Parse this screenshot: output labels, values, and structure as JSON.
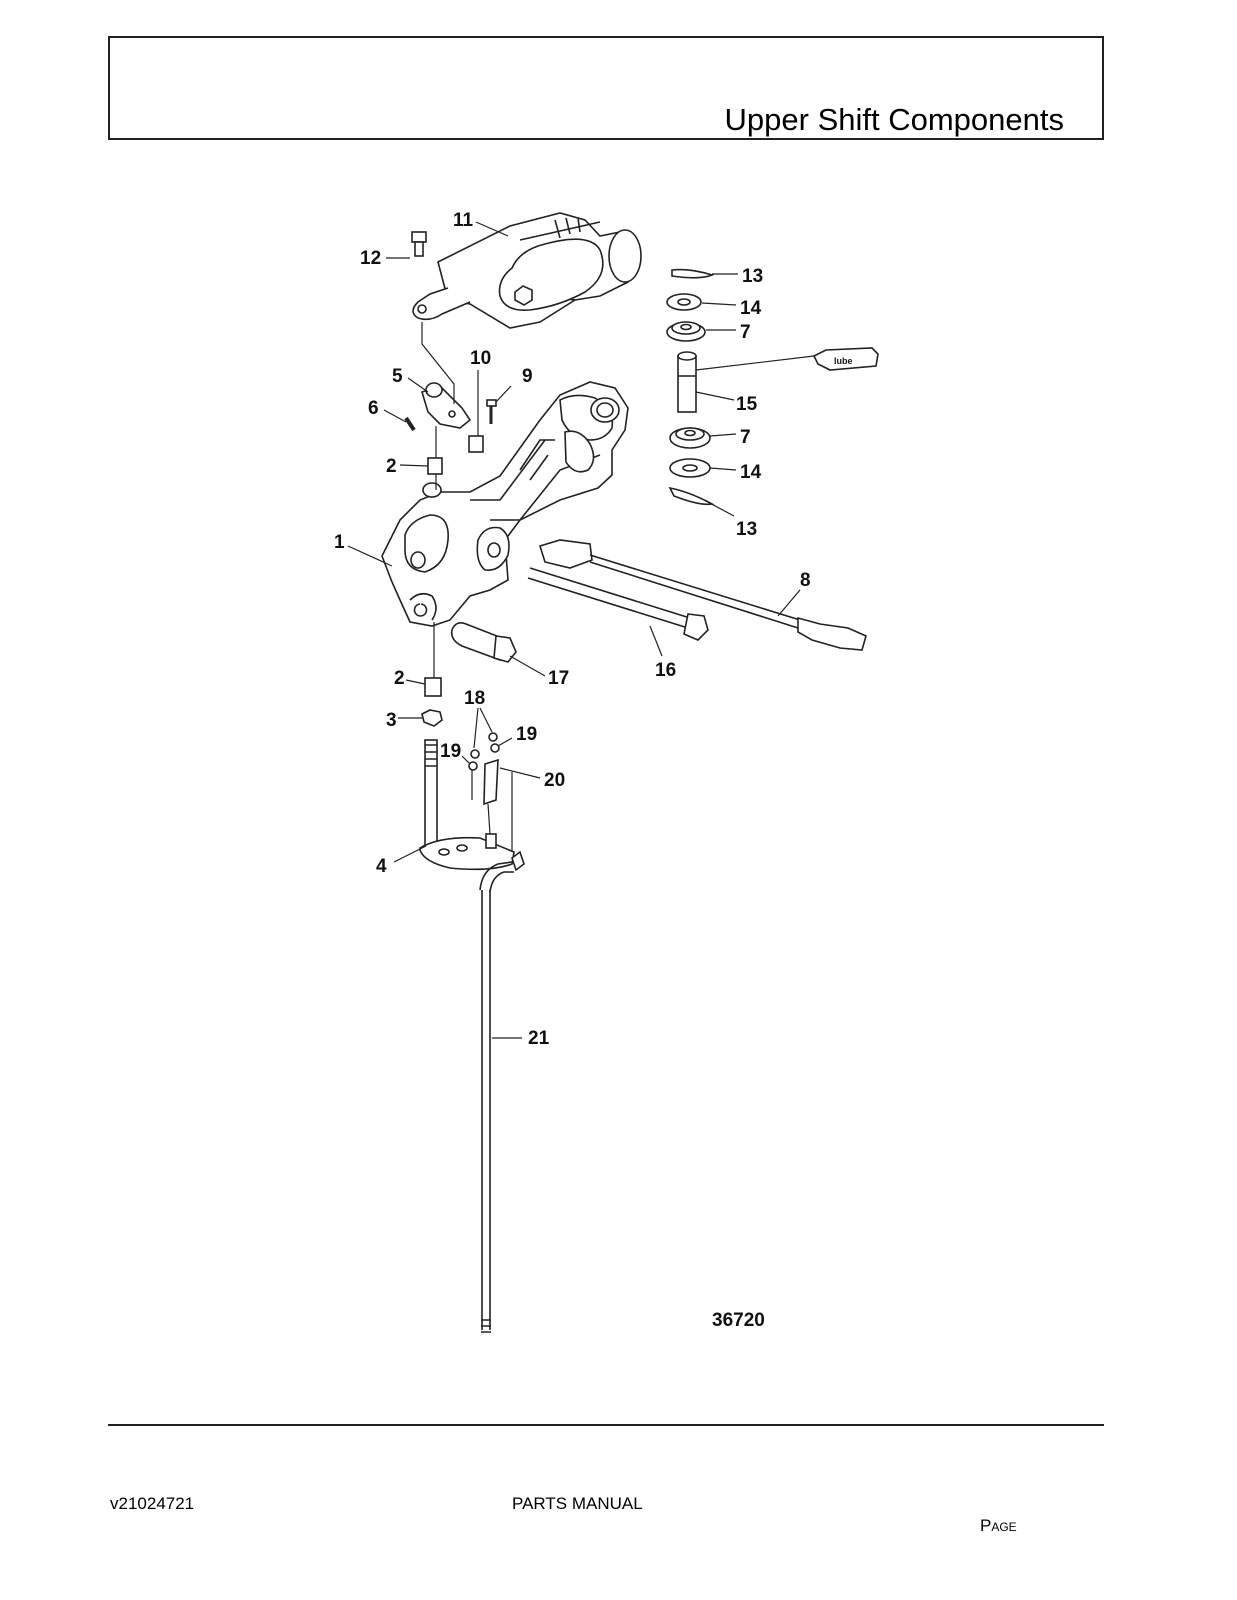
{
  "header": {
    "title": "Upper Shift Components"
  },
  "diagram": {
    "figure_number": "36720",
    "tube_label": "lube",
    "callouts": [
      {
        "id": "c11",
        "label": "11"
      },
      {
        "id": "c12",
        "label": "12"
      },
      {
        "id": "c13a",
        "label": "13"
      },
      {
        "id": "c14a",
        "label": "14"
      },
      {
        "id": "c7a",
        "label": "7"
      },
      {
        "id": "c10",
        "label": "10"
      },
      {
        "id": "c9",
        "label": "9"
      },
      {
        "id": "c5",
        "label": "5"
      },
      {
        "id": "c6",
        "label": "6"
      },
      {
        "id": "c15",
        "label": "15"
      },
      {
        "id": "c7b",
        "label": "7"
      },
      {
        "id": "c14b",
        "label": "14"
      },
      {
        "id": "c2a",
        "label": "2"
      },
      {
        "id": "c13b",
        "label": "13"
      },
      {
        "id": "c1",
        "label": "1"
      },
      {
        "id": "c8",
        "label": "8"
      },
      {
        "id": "c17",
        "label": "17"
      },
      {
        "id": "c16",
        "label": "16"
      },
      {
        "id": "c2b",
        "label": "2"
      },
      {
        "id": "c18",
        "label": "18"
      },
      {
        "id": "c3",
        "label": "3"
      },
      {
        "id": "c19a",
        "label": "19"
      },
      {
        "id": "c19b",
        "label": "19"
      },
      {
        "id": "c20",
        "label": "20"
      },
      {
        "id": "c4",
        "label": "4"
      },
      {
        "id": "c21",
        "label": "21"
      }
    ]
  },
  "footer": {
    "doc_id": "v21024721",
    "manual": "PARTS MANUAL",
    "page": "Page"
  }
}
